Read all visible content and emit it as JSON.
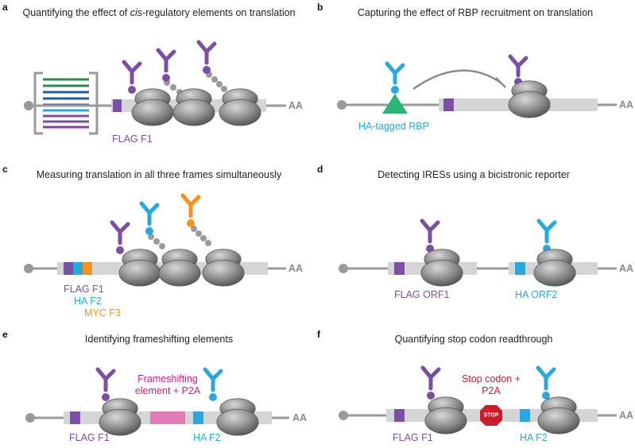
{
  "panels": {
    "a": {
      "letter": "a",
      "title_pre": "Quantifying the effect of ",
      "title_em": "cis",
      "title_post": "-regulatory elements on translation",
      "label1": "FLAG F1",
      "aa": "AA"
    },
    "b": {
      "letter": "b",
      "title": "Capturing the effect of RBP recruitment on translation",
      "rbp_label": "HA-tagged RBP",
      "aa": "AA"
    },
    "c": {
      "letter": "c",
      "title": "Measuring translation in all three frames simultaneously",
      "label1": "FLAG F1",
      "label2": "HA F2",
      "label3": "MYC F3",
      "aa": "AA"
    },
    "d": {
      "letter": "d",
      "title": "Detecting IRESs using a bicistronic reporter",
      "label1": "FLAG ORF1",
      "label2": "HA ORF2",
      "aa": "AA"
    },
    "e": {
      "letter": "e",
      "title": "Identifying frameshifting elements",
      "element_line1": "Frameshifting",
      "element_line2": "element + P2A",
      "label1": "FLAG F1",
      "label2": "HA F2",
      "aa": "AA"
    },
    "f": {
      "letter": "f",
      "title": "Quantifying stop codon readthrough",
      "element_line1": "Stop codon +",
      "element_line2": "P2A",
      "stop_sign": "STOP",
      "label1": "FLAG F1",
      "label2": "HA F2",
      "aa": "AA"
    }
  },
  "colors": {
    "flag": "#7b4fa3",
    "ha": "#29a8e0",
    "myc": "#f4921f",
    "rbp": "#2bb673",
    "frameshift": "#e07bb5",
    "stop": "#c91d2a",
    "mrna": "#d4d6d6",
    "line": "#9a9a9a"
  }
}
